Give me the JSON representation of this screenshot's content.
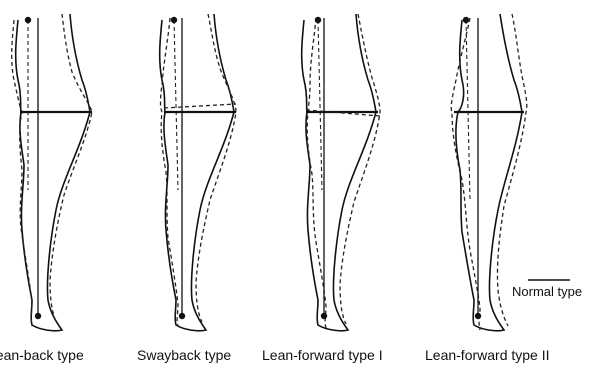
{
  "figure": {
    "panels": [
      {
        "id": "lean-back",
        "caption": "Lean-back type"
      },
      {
        "id": "swayback",
        "caption": "Swayback type"
      },
      {
        "id": "lean-forward-1",
        "caption": "Lean-forward type I"
      },
      {
        "id": "lean-forward-2",
        "caption": "Lean-forward type II"
      }
    ],
    "legend": {
      "label": "Normal type",
      "line_color": "#111111"
    },
    "colors": {
      "outline": "#111111",
      "dashed_outline": "#222222"
    }
  }
}
